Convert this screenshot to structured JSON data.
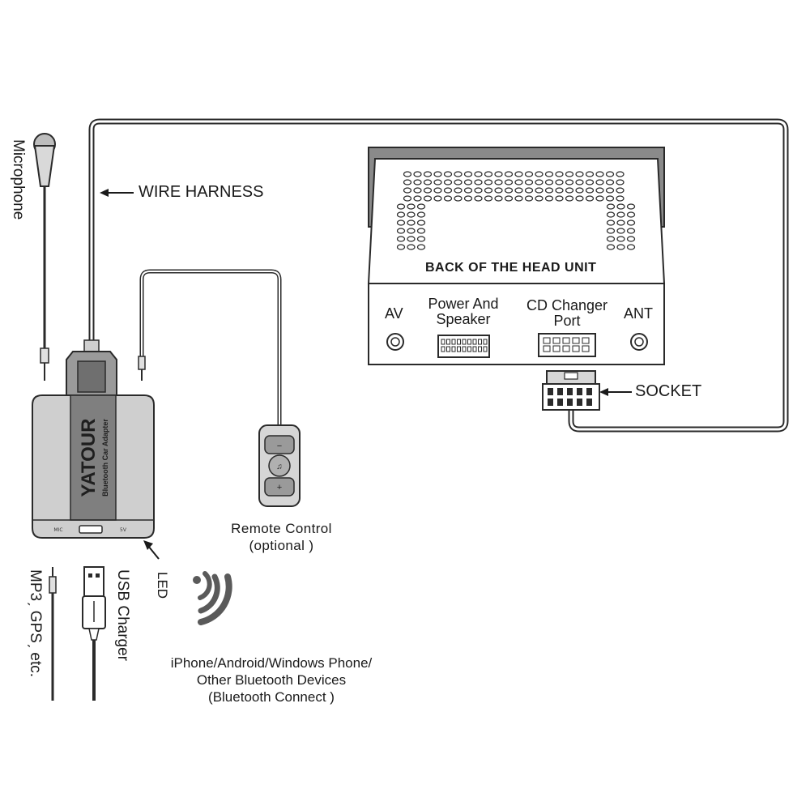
{
  "labels": {
    "microphone": "Microphone",
    "wire_harness": "WIRE HARNESS",
    "back_of_head_unit": "BACK OF THE HEAD UNIT",
    "av": "AV",
    "power_speaker_line1": "Power And",
    "power_speaker_line2": "Speaker",
    "cd_changer_line1": "CD Changer",
    "cd_changer_line2": "Port",
    "ant": "ANT",
    "socket": "SOCKET",
    "remote_line1": "Remote Control",
    "remote_line2": "(optional )",
    "led": "LED",
    "mp3_gps": "MP3ˏ GPSˏ etc.",
    "usb_charger": "USB Charger",
    "bt_line1": "iPhone/Android/Windows Phone/",
    "bt_line2": "Other Bluetooth Devices",
    "bt_line3": "(Bluetooth Connect )"
  },
  "adapter": {
    "brand": "YATOUR",
    "model": "Bluetooth Car Adapter",
    "port_left": "MIC",
    "port_right": "5V"
  },
  "colors": {
    "line": "#2a2a2a",
    "adapter_body": "#c9c9c9",
    "adapter_band": "#7f7f7f"
  }
}
